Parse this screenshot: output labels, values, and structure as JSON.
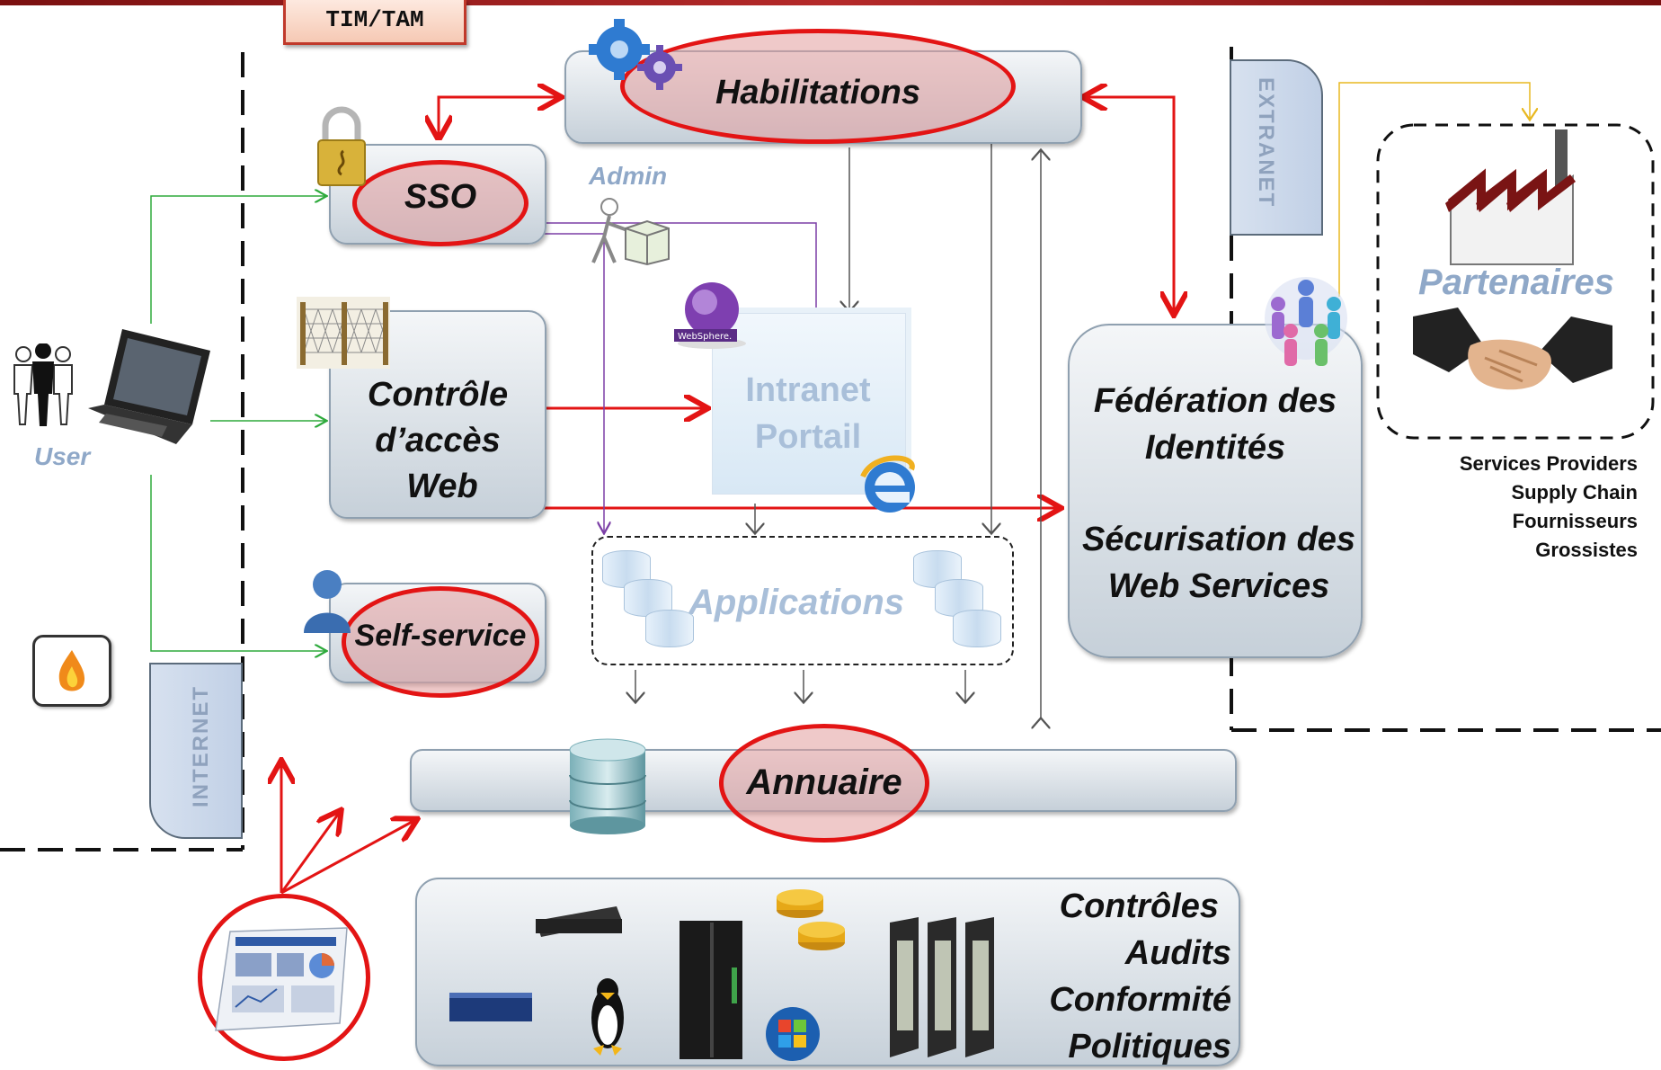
{
  "header": {
    "tag": "TIM/TAM"
  },
  "nodes": {
    "habilitations": "Habilitations",
    "sso": "SSO",
    "admin": "Admin",
    "controle": [
      "Contrôle",
      "d’accès",
      "Web"
    ],
    "intranet": [
      "Intranet",
      "Portail"
    ],
    "websphere": "WebSphere.",
    "applications": "Applications",
    "self_service": "Self-service",
    "federation": [
      "Fédération des",
      "Identités"
    ],
    "securisation": [
      "Sécurisation des",
      "Web Services"
    ],
    "annuaire": "Annuaire",
    "user": "User",
    "partenaires": "Partenaires",
    "partner_types": [
      "Services Providers",
      "Supply Chain",
      "Fournisseurs",
      "Grossistes"
    ],
    "zones": {
      "internet": "INTERNET",
      "extranet": "EXTRANET"
    },
    "controls": [
      "Contrôles",
      "Audits",
      "Conformité",
      "Politiques"
    ]
  },
  "colors": {
    "highlight_red": "#e31414",
    "green_arrow": "#2eaa3c",
    "purple_arrow": "#7b3fa6",
    "gold_arrow": "#e8b820",
    "ghost_text": "#a9bfd9"
  },
  "icons": [
    "padlock-icon",
    "gears-icon",
    "admin-box-icon",
    "fence-icon",
    "websphere-icon",
    "ie-icon",
    "person-icon",
    "firewall-icon",
    "users-icon",
    "laptop-icon",
    "database-icon",
    "factory-icon",
    "handshake-icon",
    "federation-people-icon",
    "servers-icon",
    "linux-icon",
    "windows-icon",
    "report-icon"
  ]
}
